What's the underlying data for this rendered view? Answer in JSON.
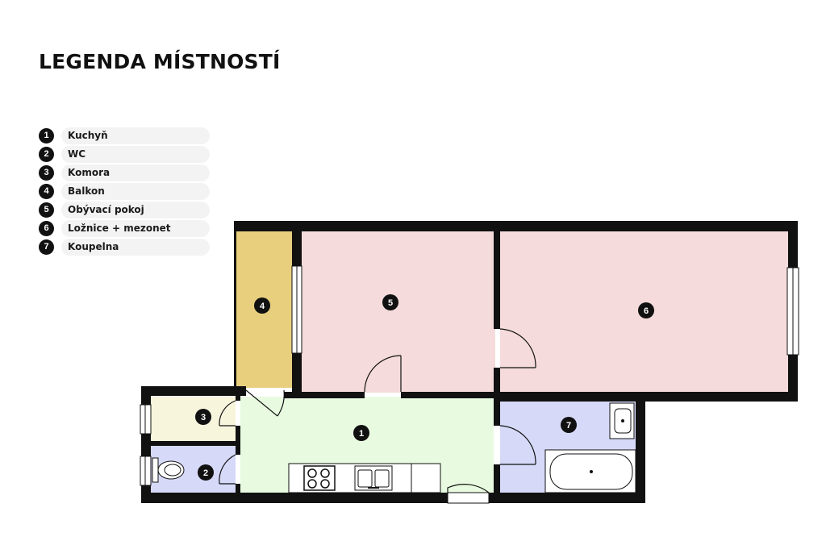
{
  "title": "LEGENDA MÍSTNOSTÍ",
  "legend": [
    {
      "number": "1",
      "label": "Kuchyň"
    },
    {
      "number": "2",
      "label": "WC"
    },
    {
      "number": "3",
      "label": "Komora"
    },
    {
      "number": "4",
      "label": "Balkon"
    },
    {
      "number": "5",
      "label": "Obývací pokoj"
    },
    {
      "number": "6",
      "label": "Ložnice + mezonet"
    },
    {
      "number": "7",
      "label": "Koupelna"
    }
  ],
  "plan": {
    "room_colors": {
      "kitchen": "#e8fbe0",
      "wc": "#d6d9f7",
      "storage": "#f8f5dd",
      "balcony": "#e8cf7e",
      "living": "#f5dbdb",
      "bedroom": "#f5dbdb",
      "bathroom": "#d6d9f7"
    },
    "markers": [
      {
        "number": "1"
      },
      {
        "number": "2"
      },
      {
        "number": "3"
      },
      {
        "number": "4"
      },
      {
        "number": "5"
      },
      {
        "number": "6"
      },
      {
        "number": "7"
      }
    ]
  }
}
